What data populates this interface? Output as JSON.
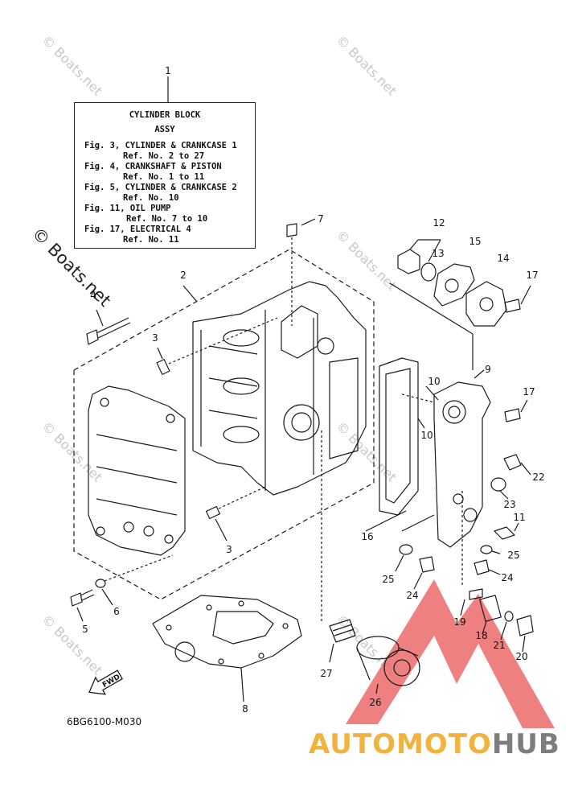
{
  "legend": {
    "title_line1": "CYLINDER BLOCK",
    "title_line2": "ASSY",
    "fig3": "Fig. 3, CYLINDER & CRANKCASE 1",
    "fig3_ref": "Ref. No. 2 to 27",
    "fig4": "Fig. 4, CRANKSHAFT & PISTON",
    "fig4_ref": "Ref. No. 1 to 11",
    "fig5": "Fig. 5, CYLINDER & CRANKCASE 2",
    "fig5_ref": "Ref. No. 10",
    "fig11": "Fig. 11, OIL PUMP",
    "fig11_ref": "Ref. No. 7 to 10",
    "fig17": "Fig. 17, ELECTRICAL 4",
    "fig17_ref": "Ref. No. 11"
  },
  "callouts": [
    "1",
    "2",
    "3",
    "3",
    "4",
    "5",
    "6",
    "7",
    "8",
    "9",
    "10",
    "10",
    "11",
    "12",
    "13",
    "14",
    "15",
    "16",
    "17",
    "17",
    "18",
    "19",
    "20",
    "21",
    "22",
    "23",
    "24",
    "24",
    "25",
    "25",
    "26",
    "27"
  ],
  "watermark": "© Boats.net",
  "fwd_label": "FWD",
  "drawing_code": "6BG6100-M030",
  "brand": {
    "part1": "AUTOMOTO",
    "part2": "HUB"
  },
  "colors": {
    "line": "#1a1a1a",
    "watermark": "#c8c8c8",
    "logo_red": "#e94f4f",
    "brand_orange": "#f2b23e",
    "brand_grey": "#7d7d7d"
  }
}
